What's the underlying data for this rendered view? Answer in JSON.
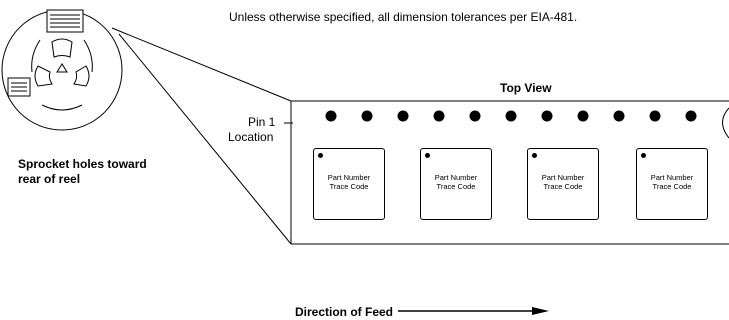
{
  "note": "Unless otherwise specified, all dimension tolerances per EIA-481.",
  "top_view": "Top View",
  "pin_label_line1": "Pin 1",
  "pin_label_line2": "Location",
  "sprocket_line1": "Sprocket holes toward",
  "sprocket_line2": "rear of reel",
  "direction_label": "Direction of Feed",
  "packages": [
    {
      "line1": "Part Number",
      "line2": "Trace Code"
    },
    {
      "line1": "Part Number",
      "line2": "Trace Code"
    },
    {
      "line1": "Part Number",
      "line2": "Trace Code"
    },
    {
      "line1": "Part Number",
      "line2": "Trace Code"
    }
  ],
  "sprocket_hole_count": 11,
  "colors": {
    "ink": "#000000",
    "background": "#ffffff"
  }
}
